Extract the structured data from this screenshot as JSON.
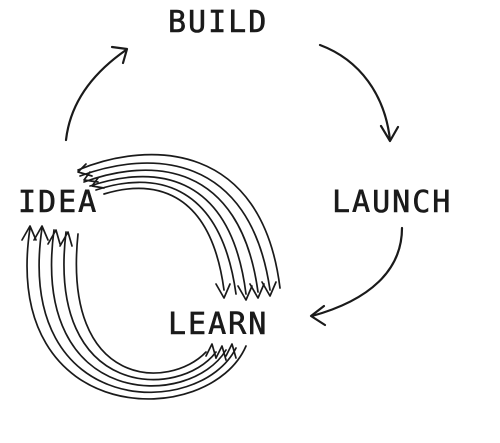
{
  "labels": {
    "build": "BUILD",
    "launch": "LAUNCH",
    "learn": "LEARN",
    "idea": "IDEA"
  }
}
